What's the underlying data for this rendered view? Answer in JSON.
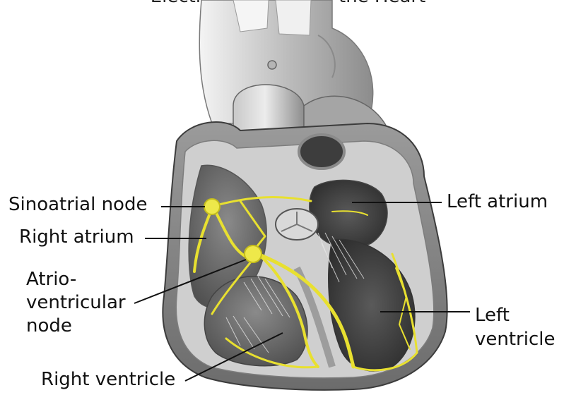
{
  "title": "Electrical System of the Heart",
  "labels": {
    "sinoatrial_node": "Sinoatrial node",
    "right_atrium": "Right atrium",
    "av_node_line1": "Atrio-",
    "av_node_line2": "ventricular",
    "av_node_line3": "node",
    "right_ventricle": "Right ventricle",
    "left_atrium": "Left atrium",
    "left_ventricle_line1": "Left",
    "left_ventricle_line2": "ventricle"
  },
  "colors": {
    "conduction": "#e8e030",
    "tissue_light": "#d6d6d6",
    "tissue_mid": "#9a9a9a",
    "tissue_dark": "#555555",
    "leader": "#111111"
  }
}
